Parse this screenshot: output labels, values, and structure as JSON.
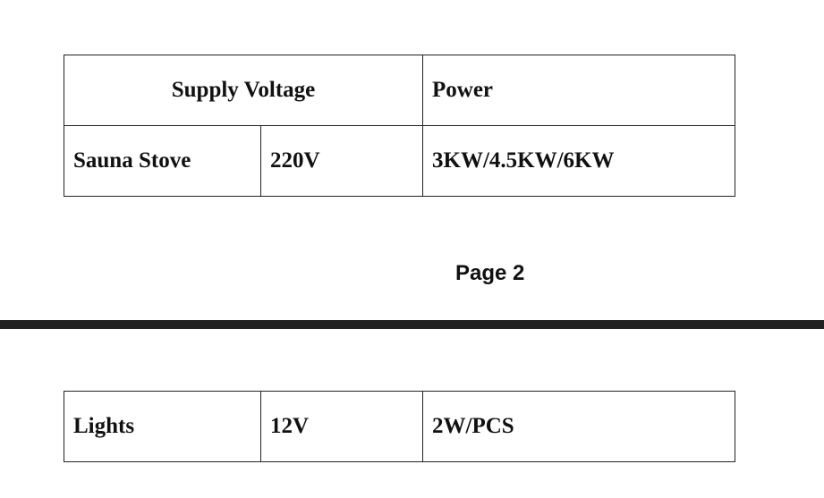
{
  "table_top": {
    "header": {
      "supply_voltage": "Supply Voltage",
      "power": "Power"
    },
    "rows": [
      {
        "item": "Sauna Stove",
        "voltage": "220V",
        "power": "3KW/4.5KW/6KW"
      }
    ]
  },
  "page_label": "Page 2",
  "table_bottom": {
    "rows": [
      {
        "item": "Lights",
        "voltage": "12V",
        "power": "2W/PCS"
      }
    ]
  }
}
